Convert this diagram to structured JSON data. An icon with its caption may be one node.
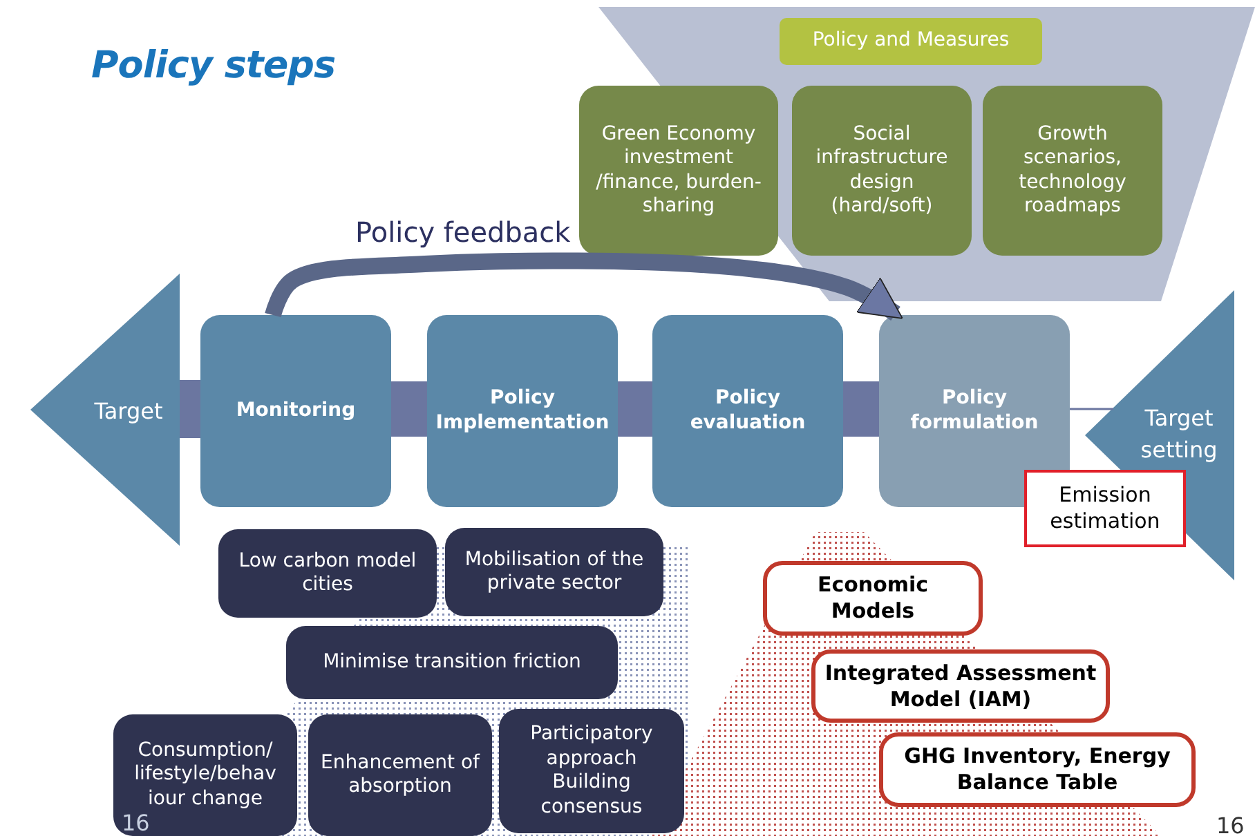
{
  "diagram": {
    "title": "Policy steps",
    "nodes": [
      {
        "text": [
          "Target"
        ]
      },
      {
        "text": [
          "Monitoring"
        ]
      },
      {
        "text": [
          "Policy Implementation"
        ]
      },
      {
        "text": [
          "Policy evaluation"
        ]
      },
      {
        "text": [
          "Policy formulation"
        ]
      },
      {
        "text": [
          "Target setting"
        ]
      },
      {
        "text": [
          "Emission estimation"
        ]
      },
      {
        "text": [
          "Policy and Measures"
        ]
      },
      {
        "text": [
          "Green Economy investment /finance, burden- sharing"
        ]
      },
      {
        "text": [
          "Social infrastructure design (hard/soft)"
        ]
      },
      {
        "text": [
          "Growth scenarios, technology roadmaps"
        ]
      },
      {
        "text": [
          "Low carbon model cities"
        ]
      },
      {
        "text": [
          "Mobilisation of the private sector"
        ]
      },
      {
        "text": [
          "Minimise transition friction"
        ]
      },
      {
        "text": [
          "Consumption/ lifestyle/behav iour change"
        ]
      },
      {
        "text": [
          "Enhancement of absorption"
        ]
      },
      {
        "text": [
          "Participatory approach Building consensus"
        ]
      },
      {
        "text": [
          "Economic Models"
        ]
      },
      {
        "text": [
          "Integrated Assessment Model (IAM)"
        ]
      },
      {
        "text": [
          "GHG Inventory, Energy Balance Table"
        ]
      }
    ],
    "edges": [
      {
        "from": 0,
        "to": 1,
        "arrow": "none"
      },
      {
        "from": 1,
        "to": 2,
        "arrow": "none"
      },
      {
        "from": 2,
        "to": 3,
        "arrow": "none"
      },
      {
        "from": 3,
        "to": 4,
        "arrow": "none"
      },
      {
        "from": 4,
        "to": 5,
        "arrow": "none"
      },
      {
        "from": 1,
        "to": 4,
        "arrow": "to",
        "label": "Policy feedback"
      }
    ],
    "labels": [
      "16",
      "16"
    ]
  }
}
